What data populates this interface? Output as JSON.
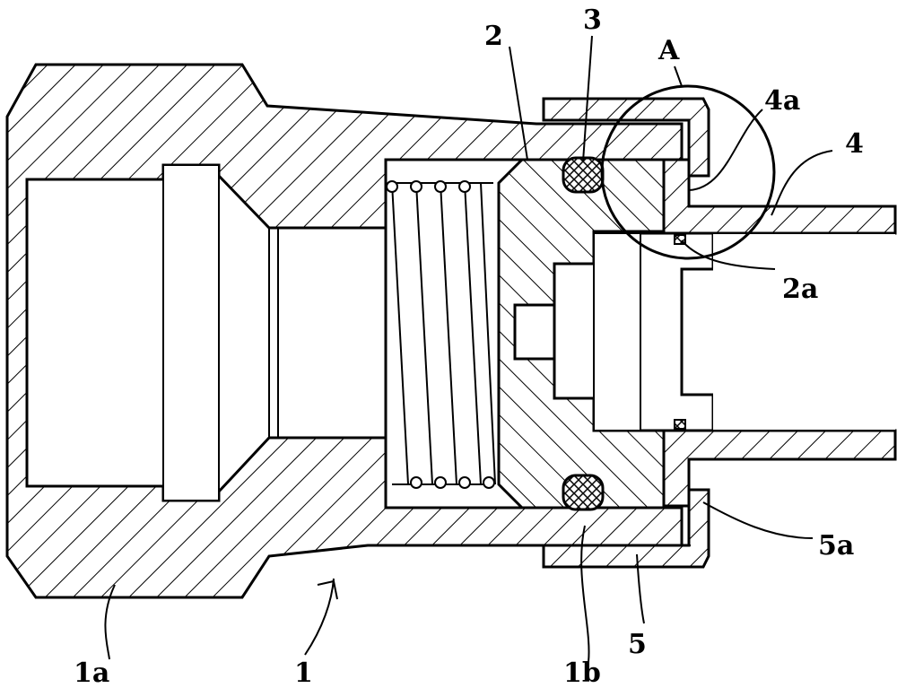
{
  "labels": {
    "l2": "2",
    "l3": "3",
    "lA": "A",
    "l4a": "4a",
    "l4": "4",
    "l2a": "2a",
    "l5a": "5a",
    "l1a": "1a",
    "l1": "1",
    "l1b": "1b",
    "l5": "5"
  },
  "spring_coils": 4
}
